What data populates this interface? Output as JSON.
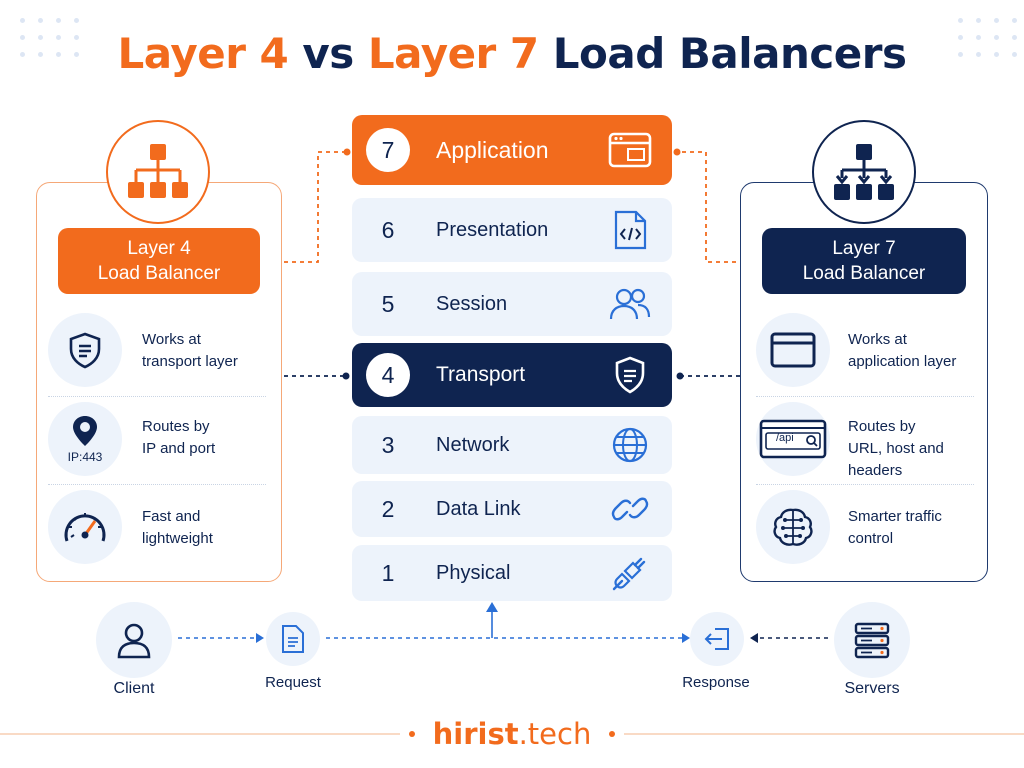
{
  "title": {
    "part1": "Layer 4",
    "part2": " vs ",
    "part3": "Layer 7",
    "part4": " Load Balancers"
  },
  "colors": {
    "orange": "#f26b1d",
    "navy": "#0f2450",
    "light": "#edf3fb"
  },
  "layer4": {
    "banner_line1": "Layer 4",
    "banner_line2": "Load Balancer",
    "icon": "network-hierarchy-icon",
    "features": [
      {
        "icon": "shield-icon",
        "line1": "Works at",
        "line2": "transport layer"
      },
      {
        "icon": "location-pin-icon",
        "badge": "IP:443",
        "line1": "Routes by",
        "line2": "IP and port"
      },
      {
        "icon": "speedometer-icon",
        "line1": "Fast and",
        "line2": "lightweight"
      }
    ]
  },
  "layer7": {
    "banner_line1": "Layer 7",
    "banner_line2": "Load Balancer",
    "icon": "network-hierarchy-icon",
    "features": [
      {
        "icon": "browser-window-icon",
        "line1": "Works at",
        "line2": "application layer"
      },
      {
        "icon": "url-search-icon",
        "badge": "/api",
        "line1": "Routes by",
        "line2": "URL, host and",
        "line3": "headers"
      },
      {
        "icon": "brain-icon",
        "line1": "Smarter traffic",
        "line2": "control"
      }
    ]
  },
  "osi_layers": [
    {
      "num": "7",
      "name": "Application",
      "icon": "browser-window-icon"
    },
    {
      "num": "6",
      "name": "Presentation",
      "icon": "code-file-icon"
    },
    {
      "num": "5",
      "name": "Session",
      "icon": "users-icon"
    },
    {
      "num": "4",
      "name": "Transport",
      "icon": "shield-icon"
    },
    {
      "num": "3",
      "name": "Network",
      "icon": "globe-icon"
    },
    {
      "num": "2",
      "name": "Data Link",
      "icon": "chain-link-icon"
    },
    {
      "num": "1",
      "name": "Physical",
      "icon": "plug-icon"
    }
  ],
  "flow": {
    "client": "Client",
    "request": "Request",
    "response": "Response",
    "servers": "Servers"
  },
  "brand": {
    "main": "hirist",
    "suffix": ".tech"
  }
}
